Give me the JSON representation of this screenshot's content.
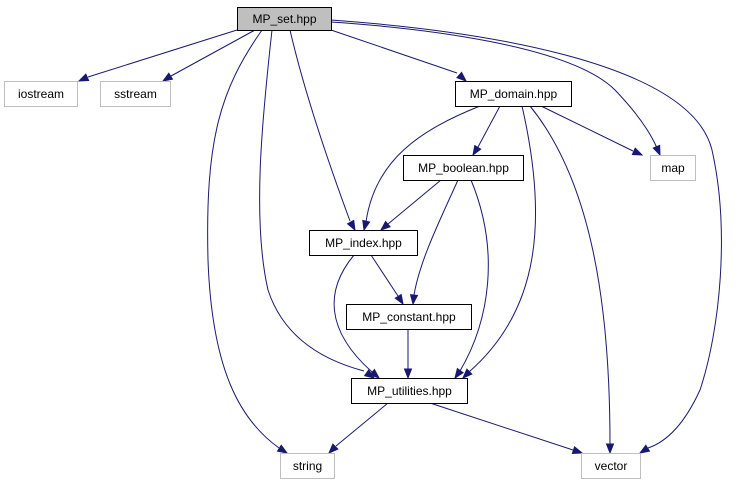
{
  "colors": {
    "edge": "#191970",
    "root_fill": "#bfbfbf",
    "internal_border": "#000000",
    "external_border": "#bfbfbf"
  },
  "nodes": [
    {
      "id": "MP_set",
      "label": "MP_set.hpp",
      "kind": "root"
    },
    {
      "id": "iostream",
      "label": "iostream",
      "kind": "external"
    },
    {
      "id": "sstream",
      "label": "sstream",
      "kind": "external"
    },
    {
      "id": "MP_domain",
      "label": "MP_domain.hpp",
      "kind": "internal"
    },
    {
      "id": "MP_boolean",
      "label": "MP_boolean.hpp",
      "kind": "internal"
    },
    {
      "id": "map",
      "label": "map",
      "kind": "external"
    },
    {
      "id": "MP_index",
      "label": "MP_index.hpp",
      "kind": "internal"
    },
    {
      "id": "MP_constant",
      "label": "MP_constant.hpp",
      "kind": "internal"
    },
    {
      "id": "MP_utilities",
      "label": "MP_utilities.hpp",
      "kind": "internal"
    },
    {
      "id": "string",
      "label": "string",
      "kind": "external"
    },
    {
      "id": "vector",
      "label": "vector",
      "kind": "external"
    }
  ],
  "edges": [
    {
      "from": "MP_set",
      "to": "iostream"
    },
    {
      "from": "MP_set",
      "to": "sstream"
    },
    {
      "from": "MP_set",
      "to": "MP_domain"
    },
    {
      "from": "MP_set",
      "to": "map"
    },
    {
      "from": "MP_set",
      "to": "vector"
    },
    {
      "from": "MP_set",
      "to": "MP_index"
    },
    {
      "from": "MP_set",
      "to": "MP_utilities"
    },
    {
      "from": "MP_set",
      "to": "string"
    },
    {
      "from": "MP_domain",
      "to": "MP_boolean"
    },
    {
      "from": "MP_domain",
      "to": "map"
    },
    {
      "from": "MP_domain",
      "to": "MP_index"
    },
    {
      "from": "MP_domain",
      "to": "MP_utilities"
    },
    {
      "from": "MP_domain",
      "to": "vector"
    },
    {
      "from": "MP_boolean",
      "to": "MP_index"
    },
    {
      "from": "MP_boolean",
      "to": "MP_constant"
    },
    {
      "from": "MP_boolean",
      "to": "MP_utilities"
    },
    {
      "from": "MP_index",
      "to": "MP_constant"
    },
    {
      "from": "MP_index",
      "to": "MP_utilities"
    },
    {
      "from": "MP_constant",
      "to": "MP_utilities"
    },
    {
      "from": "MP_utilities",
      "to": "string"
    },
    {
      "from": "MP_utilities",
      "to": "vector"
    }
  ]
}
